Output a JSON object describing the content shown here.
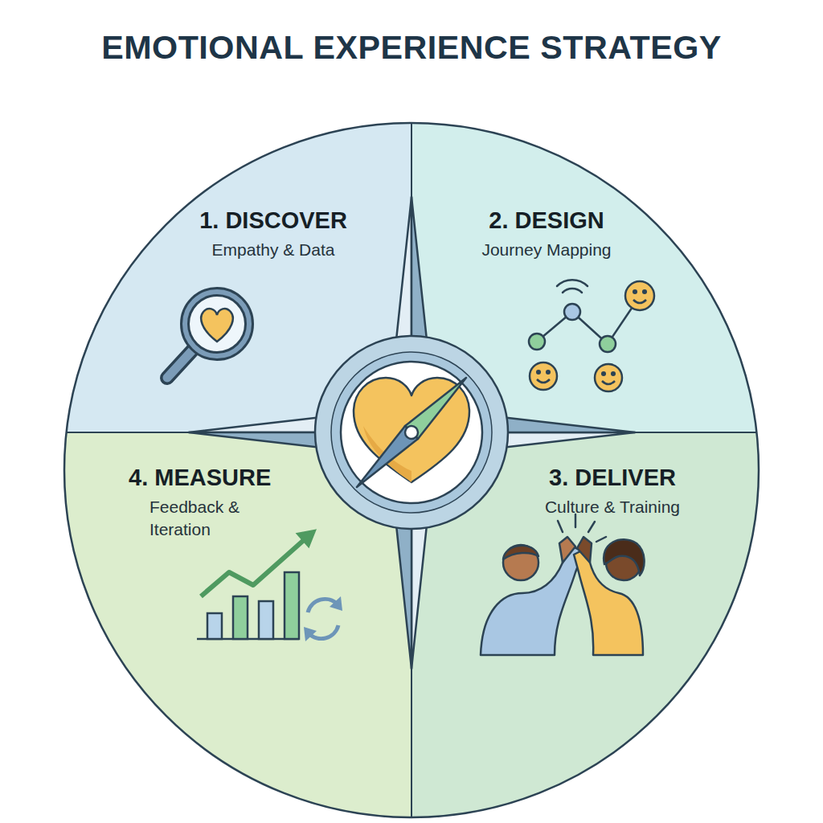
{
  "diagram": {
    "title": "EMOTIONAL EXPERIENCE STRATEGY",
    "nodes": [
      {
        "text": [
          "1. DISCOVER",
          "Empathy & Data"
        ]
      },
      {
        "text": [
          "2. DESIGN",
          "Journey Mapping"
        ]
      },
      {
        "text": [
          "4. MEASURE",
          "Feedback & Iteration"
        ]
      },
      {
        "text": [
          "3. DELIVER",
          "Culture & Training"
        ]
      }
    ]
  }
}
